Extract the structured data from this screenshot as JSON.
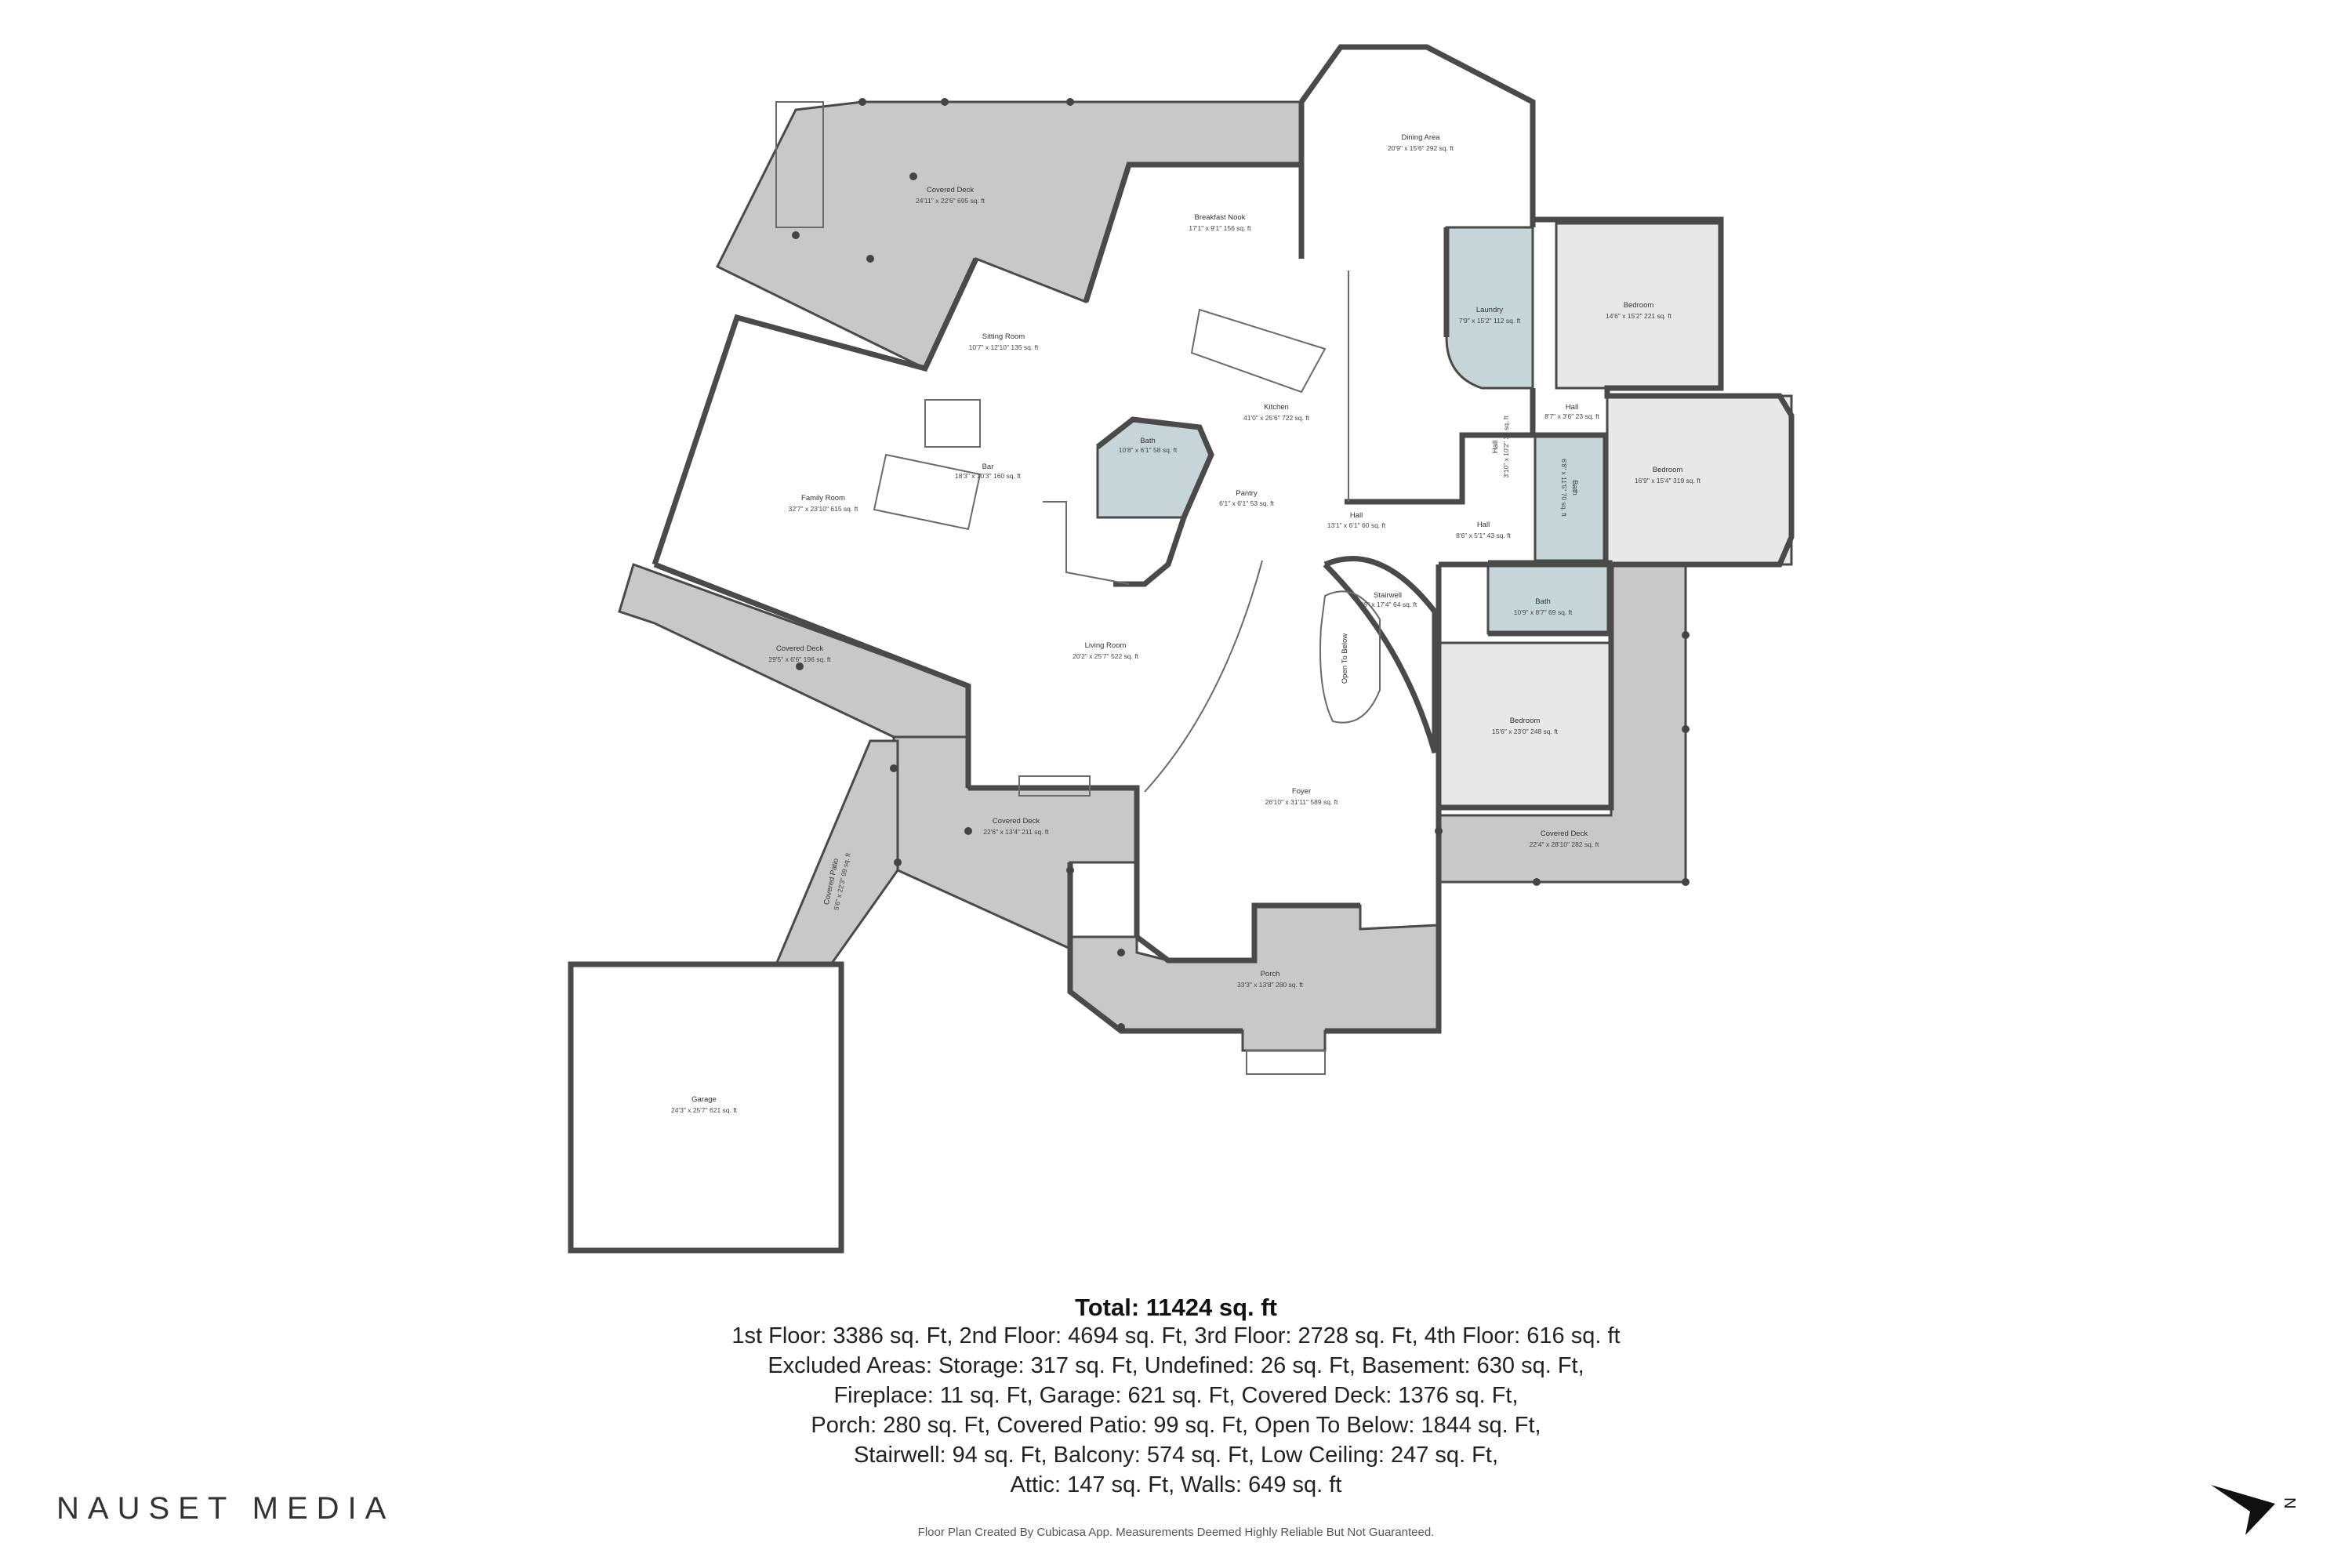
{
  "plan": {
    "rooms": [
      {
        "id": "covered-deck-nw",
        "name": "Covered Deck",
        "dim": "24'11\" x 22'6\" 695 sq. ft"
      },
      {
        "id": "dining-area",
        "name": "Dining Area",
        "dim": "20'9\" x 15'6\" 292 sq. ft"
      },
      {
        "id": "breakfast-nook",
        "name": "Breakfast Nook",
        "dim": "17'1\" x 9'1\" 156 sq. ft"
      },
      {
        "id": "laundry",
        "name": "Laundry",
        "dim": "7'9\" x 15'2\" 112 sq. ft"
      },
      {
        "id": "bedroom-ne",
        "name": "Bedroom",
        "dim": "14'6\" x 15'2\" 221 sq. ft"
      },
      {
        "id": "sitting-room",
        "name": "Sitting Room",
        "dim": "10'7\" x 12'10\" 135 sq. ft"
      },
      {
        "id": "kitchen",
        "name": "Kitchen",
        "dim": "41'0\" x 25'6\" 722 sq. ft"
      },
      {
        "id": "hall-small",
        "name": "Hall",
        "dim": "8'7\" x 3'6\" 23 sq. ft"
      },
      {
        "id": "bedroom-e",
        "name": "Bedroom",
        "dim": "16'9\" x 15'4\" 319 sq. ft"
      },
      {
        "id": "bath-1",
        "name": "Bath",
        "dim": "10'8\" x 6'1\" 58 sq. ft"
      },
      {
        "id": "bar",
        "name": "Bar",
        "dim": "18'3\" x 10'3\" 160 sq. ft"
      },
      {
        "id": "family-room",
        "name": "Family Room",
        "dim": "32'7\" x 23'10\" 615 sq. ft"
      },
      {
        "id": "pantry",
        "name": "Pantry",
        "dim": "6'1\" x 6'1\" 53 sq. ft"
      },
      {
        "id": "hall-vertical",
        "name": "Hall",
        "dim": "3'10\" x 10'2\" 39 sq. ft"
      },
      {
        "id": "bath-2",
        "name": "Bath",
        "dim": "6'8\" x 11'5\" 70 sq. ft"
      },
      {
        "id": "hall-mid",
        "name": "Hall",
        "dim": "13'1\" x 6'1\" 60 sq. ft"
      },
      {
        "id": "hall-east",
        "name": "Hall",
        "dim": "8'6\" x 5'1\" 43 sq. ft"
      },
      {
        "id": "stairwell",
        "name": "Stairwell",
        "dim": "4'6\" x 17'4\" 64 sq. ft"
      },
      {
        "id": "bath-3",
        "name": "Bath",
        "dim": "10'9\" x 8'7\" 69 sq. ft"
      },
      {
        "id": "open-to-below",
        "name": "Open To Below",
        "dim": ""
      },
      {
        "id": "living-room",
        "name": "Living Room",
        "dim": "20'2\" x 25'7\" 522 sq. ft"
      },
      {
        "id": "covered-deck-w",
        "name": "Covered Deck",
        "dim": "29'5\" x 6'6\" 196 sq. ft"
      },
      {
        "id": "bedroom-se",
        "name": "Bedroom",
        "dim": "15'6\" x 23'0\" 248 sq. ft"
      },
      {
        "id": "foyer",
        "name": "Foyer",
        "dim": "26'10\" x 31'11\" 589 sq. ft"
      },
      {
        "id": "covered-deck-s",
        "name": "Covered Deck",
        "dim": "22'6\" x 13'4\" 211 sq. ft"
      },
      {
        "id": "covered-deck-se",
        "name": "Covered Deck",
        "dim": "22'4\" x 28'10\" 282 sq. ft"
      },
      {
        "id": "covered-patio",
        "name": "Covered Patio",
        "dim": "5'6\" x 22'3\" 99 sq. ft"
      },
      {
        "id": "porch",
        "name": "Porch",
        "dim": "33'3\" x 13'8\" 280 sq. ft"
      },
      {
        "id": "garage",
        "name": "Garage",
        "dim": "24'3\" x 25'7\" 621 sq. ft"
      }
    ]
  },
  "summary": {
    "total": "Total: 11424 sq. ft",
    "lines": [
      "1st Floor: 3386 sq. Ft, 2nd Floor: 4694 sq. Ft, 3rd Floor: 2728 sq. Ft, 4th Floor: 616 sq. ft",
      "Excluded Areas: Storage: 317 sq. Ft, Undefined: 26 sq. Ft, Basement: 630 sq. Ft,",
      "Fireplace: 11 sq. Ft, Garage: 621 sq. Ft, Covered Deck: 1376 sq. Ft,",
      "Porch: 280 sq. Ft, Covered Patio: 99 sq. Ft, Open To Below: 1844 sq. Ft,",
      "Stairwell: 94 sq. Ft, Balcony: 574 sq. Ft, Low Ceiling: 247 sq. Ft,",
      "Attic: 147 sq. Ft, Walls: 649 sq. ft"
    ]
  },
  "brand": "NAUSET MEDIA",
  "credit": "Floor Plan Created By Cubicasa App. Measurements Deemed Highly Reliable But Not Guaranteed.",
  "north_label": "N",
  "colors": {
    "deck": "#c8c8c8",
    "wet": "#c6d6d8",
    "wall": "#4a4a4a",
    "pale": "#e8e8e8"
  }
}
